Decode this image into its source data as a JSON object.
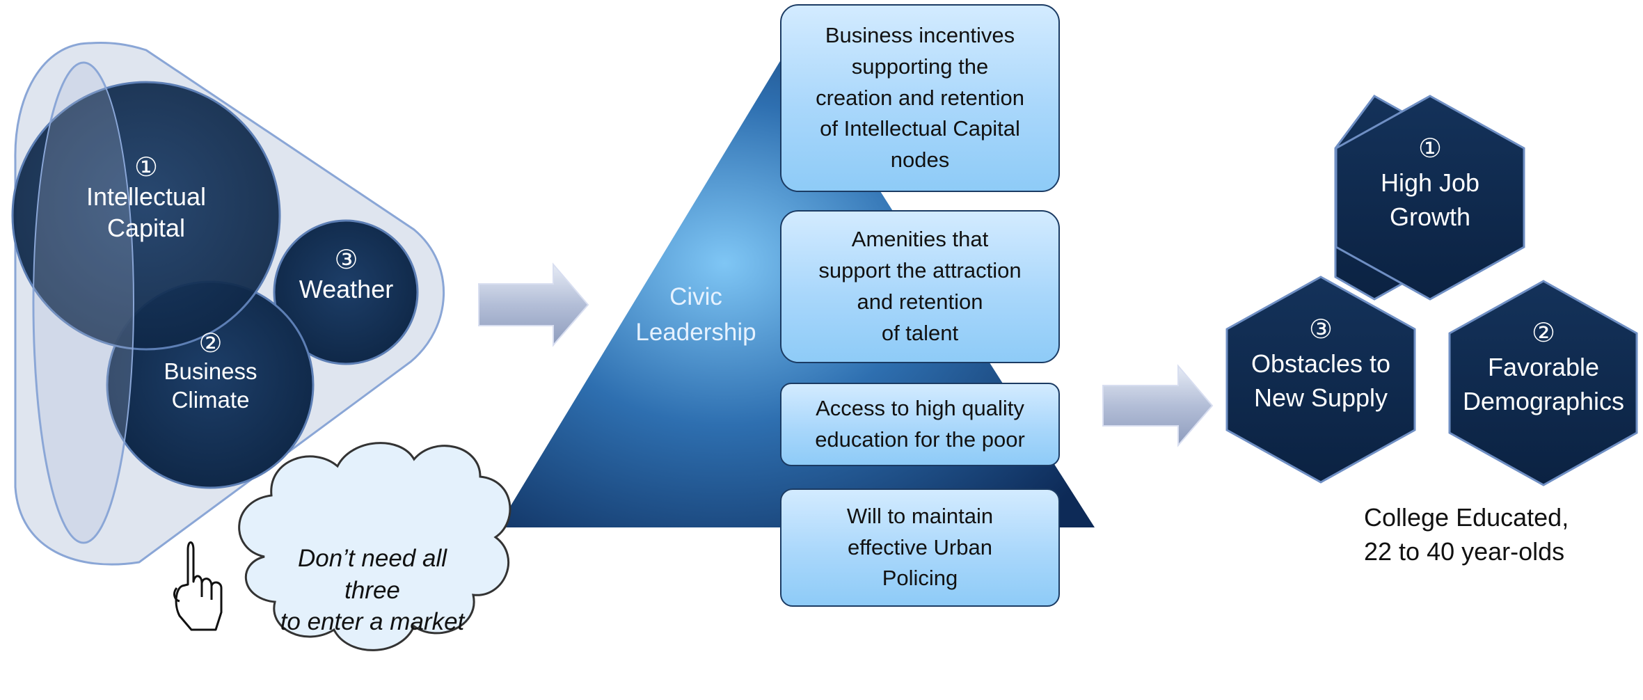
{
  "left_group": {
    "circles": [
      {
        "number": "①",
        "label_line1": "Intellectual",
        "label_line2": "Capital"
      },
      {
        "number": "②",
        "label_line1": "Business",
        "label_line2": "Climate"
      },
      {
        "number": "③",
        "label_line1": "Weather",
        "label_line2": ""
      }
    ],
    "note_line1": "Don’t need all",
    "note_line2": "three",
    "note_line3": "to enter a market"
  },
  "pyramid": {
    "label_line1": "Civic",
    "label_line2": "Leadership",
    "boxes": [
      {
        "lines": [
          "Business incentives",
          "supporting the",
          "creation and retention",
          "of Intellectual Capital",
          "nodes"
        ]
      },
      {
        "lines": [
          "Amenities that",
          "support the attraction",
          "and retention",
          "of talent"
        ]
      },
      {
        "lines": [
          "Access to high quality",
          "education for the poor"
        ]
      },
      {
        "lines": [
          "Will to maintain",
          "effective Urban",
          "Policing"
        ]
      }
    ]
  },
  "right_group": {
    "hexagons": [
      {
        "number": "①",
        "label_line1": "High Job",
        "label_line2": "Growth"
      },
      {
        "number": "②",
        "label_line1": "Favorable",
        "label_line2": "Demographics"
      },
      {
        "number": "③",
        "label_line1": "Obstacles to",
        "label_line2": "New Supply"
      }
    ],
    "caption_line1": "College Educated,",
    "caption_line2": "22 to 40 year-olds"
  },
  "colors": {
    "navy": "#0f2a4d",
    "light_blue": "#a9d7fb",
    "arrow": "#b8c3db"
  }
}
